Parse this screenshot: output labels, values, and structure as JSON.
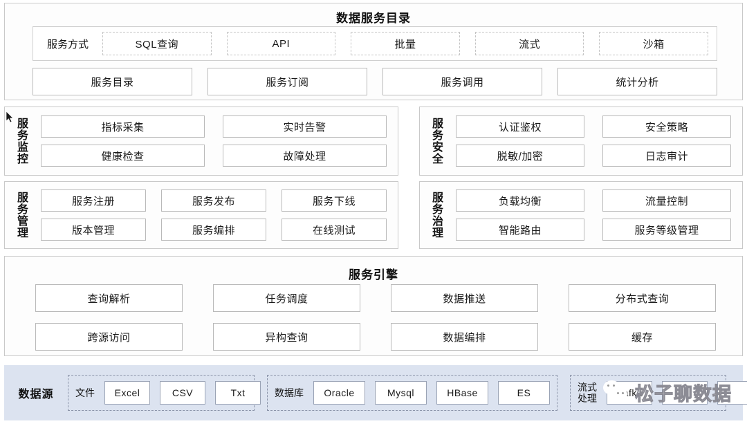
{
  "catalog": {
    "title": "数据服务目录",
    "mode_label": "服务方式",
    "modes": [
      {
        "label": "SQL查询"
      },
      {
        "label": "API"
      },
      {
        "label": "批量"
      },
      {
        "label": "流式"
      },
      {
        "label": "沙箱"
      }
    ],
    "functions": [
      {
        "label": "服务目录"
      },
      {
        "label": "服务订阅"
      },
      {
        "label": "服务调用"
      },
      {
        "label": "统计分析"
      }
    ]
  },
  "monitoring": {
    "label": "服务监控",
    "items": [
      {
        "label": "指标采集"
      },
      {
        "label": "实时告警"
      },
      {
        "label": "健康检查"
      },
      {
        "label": "故障处理"
      }
    ]
  },
  "security": {
    "label": "服务安全",
    "items": [
      {
        "label": "认证鉴权"
      },
      {
        "label": "安全策略"
      },
      {
        "label": "脱敏/加密"
      },
      {
        "label": "日志审计"
      }
    ]
  },
  "management": {
    "label": "服务管理",
    "items": [
      {
        "label": "服务注册"
      },
      {
        "label": "服务发布"
      },
      {
        "label": "服务下线"
      },
      {
        "label": "版本管理"
      },
      {
        "label": "服务编排"
      },
      {
        "label": "在线测试"
      }
    ]
  },
  "governance": {
    "label": "服务治理",
    "items": [
      {
        "label": "负载均衡"
      },
      {
        "label": "流量控制"
      },
      {
        "label": "智能路由"
      },
      {
        "label": "服务等级管理"
      }
    ]
  },
  "engine": {
    "title": "服务引擎",
    "items": [
      {
        "label": "查询解析"
      },
      {
        "label": "任务调度"
      },
      {
        "label": "数据推送"
      },
      {
        "label": "分布式查询"
      },
      {
        "label": "跨源访问"
      },
      {
        "label": "异构查询"
      },
      {
        "label": "数据编排"
      },
      {
        "label": "缓存"
      }
    ]
  },
  "datasource": {
    "title": "数据源",
    "groups": [
      {
        "label": "文件",
        "items": [
          {
            "label": "Excel"
          },
          {
            "label": "CSV"
          },
          {
            "label": "Txt"
          }
        ]
      },
      {
        "label": "数据库",
        "items": [
          {
            "label": "Oracle"
          },
          {
            "label": "Mysql"
          },
          {
            "label": "HBase"
          },
          {
            "label": "ES"
          }
        ]
      },
      {
        "label": "流式\n处理",
        "items": [
          {
            "label": "Kafka"
          },
          {
            "label": ""
          },
          {
            "label": ""
          }
        ]
      }
    ]
  },
  "watermark": {
    "text": "松子聊数据",
    "icon": "wechat-logo"
  },
  "colors": {
    "box_border": "#b9b9b9",
    "panel_border": "#c9c9c9",
    "dashed_border": "#c4c4c4",
    "source_bar_bg": "#dce3f0",
    "source_dashed": "#8a93a8",
    "text": "#1a1a1a"
  }
}
